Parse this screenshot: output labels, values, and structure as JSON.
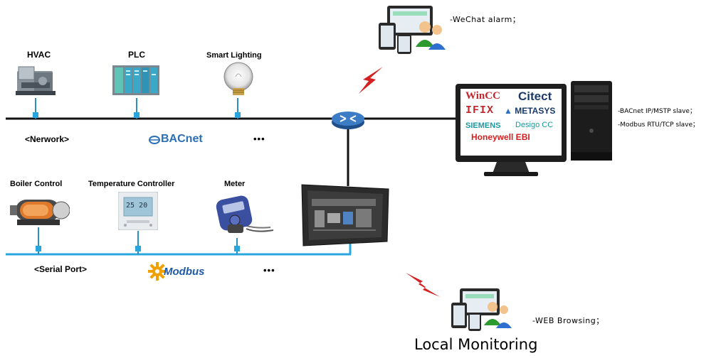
{
  "top_devices": {
    "hvac": "HVAC",
    "plc": "PLC",
    "lighting": "Smart Lighting"
  },
  "network": {
    "label": "<Nerwork>",
    "protocol_logo": "BACnet",
    "more": "•••"
  },
  "serial_devices": {
    "boiler": "Boiler Control",
    "temp": "Temperature Controller",
    "meter": "Meter"
  },
  "serial": {
    "label": "<Serial Port>",
    "protocol_logo": "Modbus",
    "more": "•••"
  },
  "thermostat_display": "25 20",
  "scada": {
    "logos": {
      "wincc": "WinCC",
      "citect": "Citect",
      "ifix": "IFIX",
      "metasys": "METASYS",
      "siemens": "SIEMENS",
      "desigo": "Desigo CC",
      "honeywell": "Honeywell EBI"
    },
    "notes": {
      "bacnet": "-BACnet IP/MSTP slave；",
      "modbus": "-Modbus RTU/TCP slave；"
    }
  },
  "wechat_note": "-WeChat alarm；",
  "web_note": "-WEB Browsing；",
  "local_monitoring": "Local Monitoring",
  "icons": [
    "hvac-icon",
    "plc-icon",
    "bulb-icon",
    "router-icon",
    "boiler-icon",
    "thermostat-icon",
    "meter-icon",
    "hmi-panel-icon",
    "monitor-icon",
    "pc-tower-icon",
    "users-icon",
    "lightning-icon"
  ],
  "colors": {
    "bus_line": "#1a1a1a",
    "serial_line": "#2aa6df",
    "drop_line": "#2d8fc0",
    "lightning": "#d42020"
  }
}
